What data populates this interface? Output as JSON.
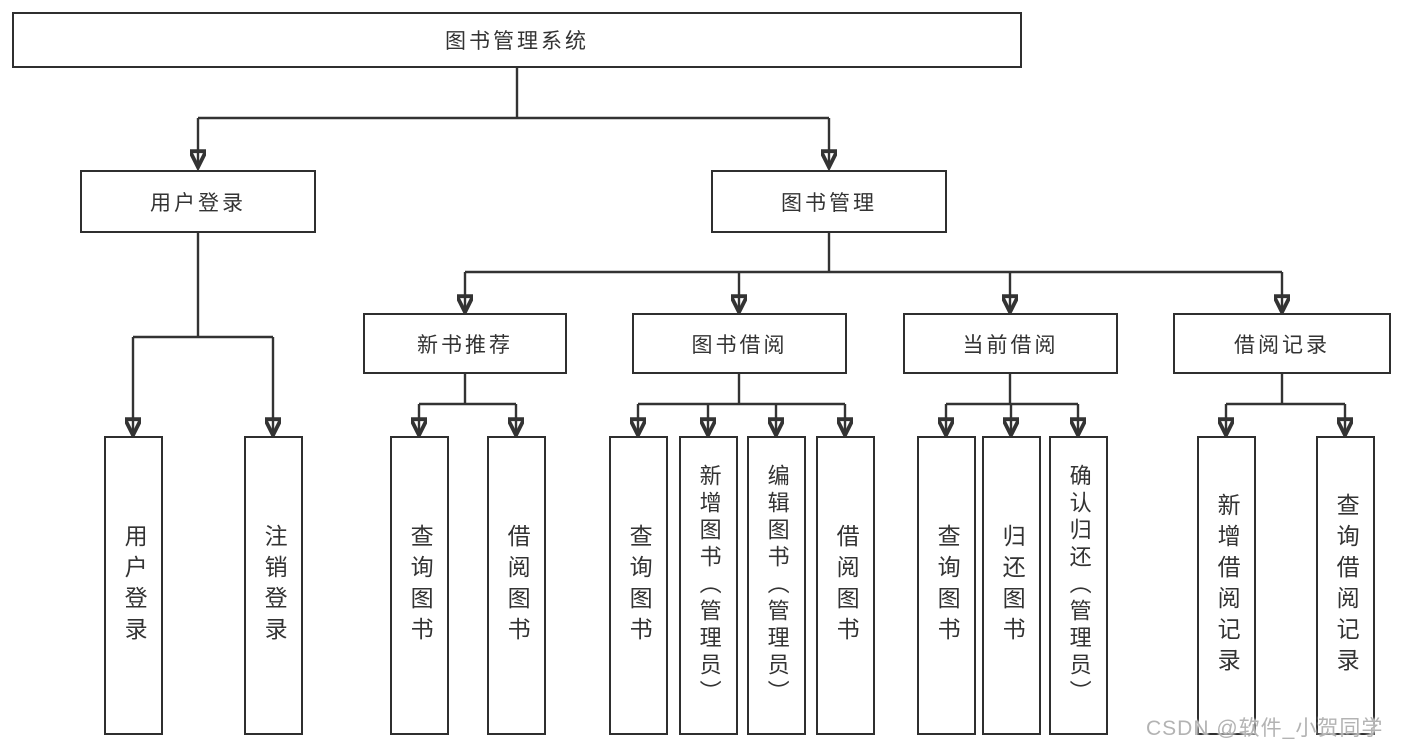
{
  "tree": {
    "root": {
      "label": "图书管理系统"
    },
    "children": [
      {
        "label": "用户登录",
        "children": [
          {
            "label": "用户登录"
          },
          {
            "label": "注销登录"
          }
        ]
      },
      {
        "label": "图书管理",
        "children": [
          {
            "label": "新书推荐",
            "children": [
              {
                "label": "查询图书"
              },
              {
                "label": "借阅图书"
              }
            ]
          },
          {
            "label": "图书借阅",
            "children": [
              {
                "label": "查询图书"
              },
              {
                "label": "新增图书（管理员）"
              },
              {
                "label": "编辑图书（管理员）"
              },
              {
                "label": "借阅图书"
              }
            ]
          },
          {
            "label": "当前借阅",
            "children": [
              {
                "label": "查询图书"
              },
              {
                "label": "归还图书"
              },
              {
                "label": "确认归还（管理员）"
              }
            ]
          },
          {
            "label": "借阅记录",
            "children": [
              {
                "label": "新增借阅记录"
              },
              {
                "label": "查询借阅记录"
              }
            ]
          }
        ]
      }
    ]
  },
  "watermark": {
    "text": "CSDN @软件_小贺同学"
  },
  "colors": {
    "line": "#333333",
    "box_border": "#2f2f2f",
    "text": "#333333",
    "background": "#ffffff",
    "watermark": "#b3b3b3"
  }
}
